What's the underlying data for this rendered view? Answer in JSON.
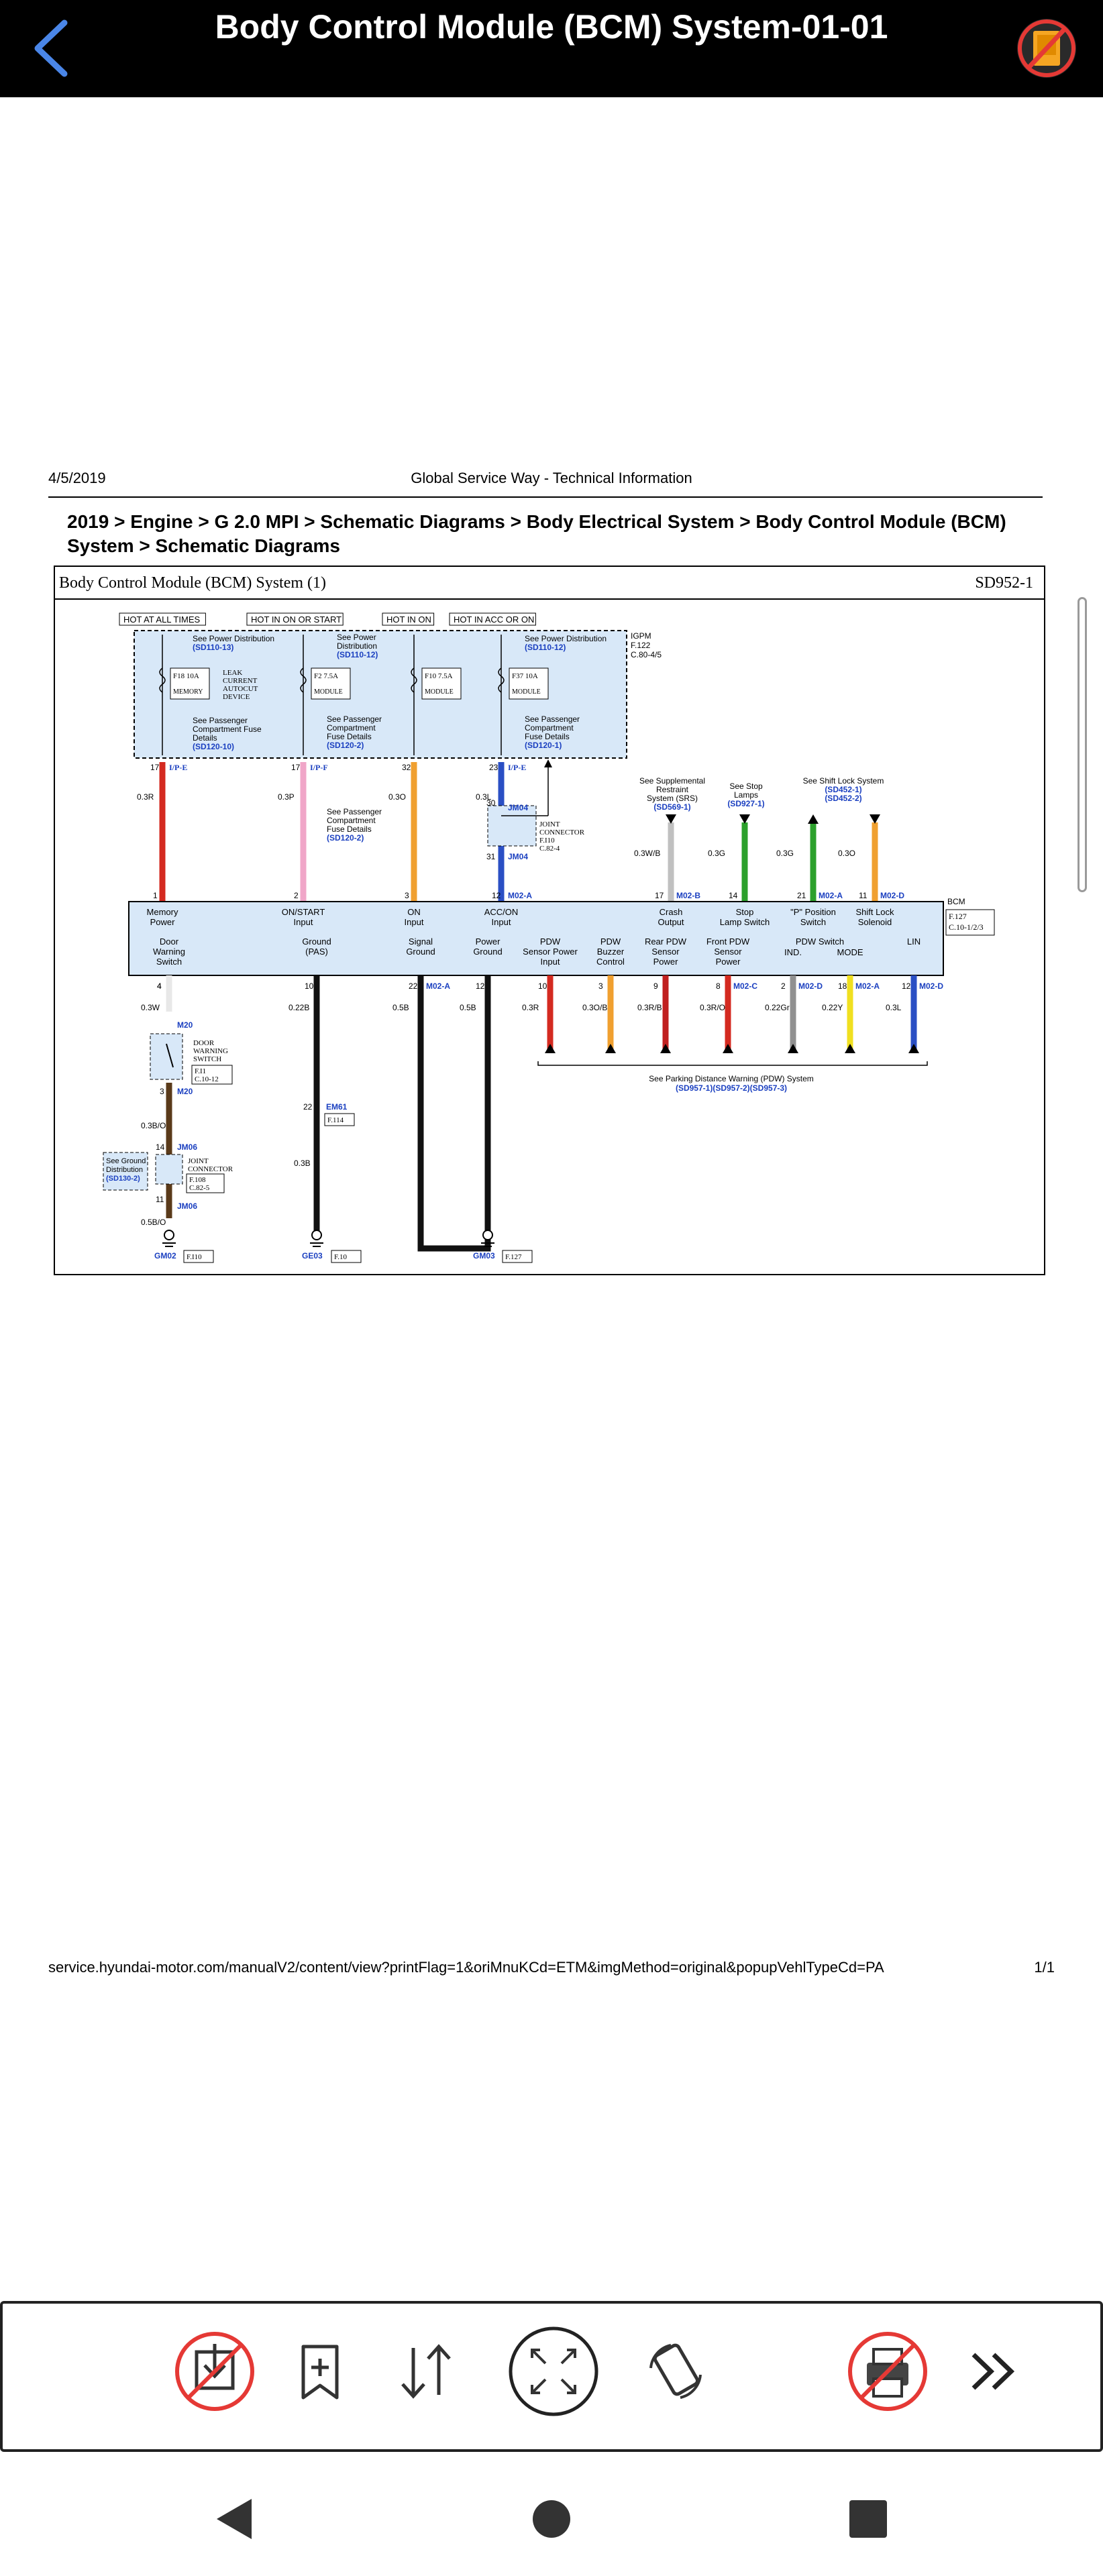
{
  "app": {
    "title": "Body Control Module (BCM) System-01-01"
  },
  "icons": {
    "back": "back-arrow-icon",
    "no_edit": "edit-disabled-icon"
  },
  "doc": {
    "date": "4/5/2019",
    "header_center": "Global Service Way - Technical Information",
    "breadcrumb": "2019 > Engine > G 2.0 MPI > Schematic Diagrams > Body Electrical System > Body Control Module (BCM) System > Schematic Diagrams",
    "footer_url": "service.hyundai-motor.com/manualV2/content/view?printFlag=1&oriMnuKCd=ETM&imgMethod=original&popupVehlTypeCd=PA",
    "footer_page": "1/1"
  },
  "diagram": {
    "title": "Body Control Module (BCM) System (1)",
    "code": "SD952-1",
    "hot_labels": [
      "HOT AT ALL TIMES",
      "HOT IN ON OR START",
      "HOT IN ON",
      "HOT IN ACC OR ON"
    ],
    "igpm": [
      "IGPM",
      "F.122",
      "C.80-4/5"
    ],
    "fuse_refs": {
      "f1": [
        "See Power Distribution",
        "(SD110-13)"
      ],
      "f2": [
        "See Power",
        "Distribution",
        "(SD110-12)"
      ],
      "f4": [
        "See Power Distribution",
        "(SD110-12)"
      ],
      "f1b": [
        "See Passenger",
        "Compartment Fuse",
        "Details",
        "(SD120-10)"
      ],
      "f2b": [
        "See Passenger",
        "Compartment",
        "Fuse Details",
        "(SD120-2)"
      ],
      "f4b": [
        "See Passenger",
        "Compartment",
        "Fuse Details",
        "(SD120-1)"
      ],
      "mid": [
        "See Passenger",
        "Compartment",
        "Fuse Details",
        "(SD120-2)"
      ]
    },
    "fuses": [
      {
        "name": "F18 10A",
        "sub": "MEMORY"
      },
      {
        "name": "F2 7.5A",
        "sub": "MODULE"
      },
      {
        "name": "F10 7.5A",
        "sub": "MODULE"
      },
      {
        "name": "F37 10A",
        "sub": "MODULE"
      }
    ],
    "leak": [
      "LEAK",
      "CURRENT",
      "AUTOCUT",
      "DEVICE"
    ],
    "wires_top": [
      {
        "pin": "17",
        "conn": "I/P-E",
        "gauge": "0.3R",
        "pin2": "1",
        "color": "#d42a20"
      },
      {
        "pin": "17",
        "conn": "I/P-F",
        "gauge": "0.3P",
        "pin2": "2",
        "color": "#f0a6c8"
      },
      {
        "pin": "32",
        "conn": "",
        "gauge": "0.3O",
        "pin2": "3",
        "color": "#f0a030"
      },
      {
        "pin": "23",
        "conn": "I/P-E",
        "gauge": "0.3L",
        "pin2": "12",
        "color": "#2a4fc4"
      }
    ],
    "joint": [
      "JM04",
      "JOINT",
      "CONNECTOR",
      "F.I10",
      "C.82-4",
      "30",
      "31",
      "M02-A"
    ],
    "bcm_inputs_top": [
      {
        "l1": "Memory",
        "l2": "Power"
      },
      {
        "l1": "ON/START",
        "l2": "Input"
      },
      {
        "l1": "ON",
        "l2": "Input"
      },
      {
        "l1": "ACC/ON",
        "l2": "Input"
      },
      {
        "l1": "Crash",
        "l2": "Output"
      },
      {
        "l1": "Stop",
        "l2": "Lamp Switch"
      },
      {
        "l1": "\"P\" Position",
        "l2": "Switch"
      },
      {
        "l1": "Shift Lock",
        "l2": "Solenoid"
      }
    ],
    "right_refs": {
      "srs": [
        "See Supplemental",
        "Restraint",
        "System (SRS)",
        "(SD569-1)"
      ],
      "stop": [
        "See Stop",
        "Lamps",
        "(SD927-1)"
      ],
      "shift": [
        "See Shift Lock System",
        "(SD452-1)",
        "(SD452-2)"
      ]
    },
    "right_wires": [
      {
        "gauge": "0.3W/B",
        "pin": "17",
        "conn": "M02-B",
        "color": "#c0c0c0"
      },
      {
        "gauge": "0.3G",
        "pin": "14",
        "conn": "",
        "color": "#2ca02c"
      },
      {
        "gauge": "0.3G",
        "pin": "21",
        "conn": "M02-A",
        "color": "#2ca02c"
      },
      {
        "gauge": "0.3O",
        "pin": "11",
        "conn": "M02-D",
        "color": "#f0a030"
      }
    ],
    "bcm": [
      "BCM",
      "F.127",
      "C.10-1/2/3"
    ],
    "bcm_inputs_bottom": [
      {
        "l1": "Door",
        "l2": "Warning",
        "l3": "Switch"
      },
      {
        "l1": "Ground",
        "l2": "(PAS)",
        "l3": ""
      },
      {
        "l1": "Signal",
        "l2": "Ground",
        "l3": ""
      },
      {
        "l1": "Power",
        "l2": "Ground",
        "l3": ""
      },
      {
        "l1": "PDW",
        "l2": "Sensor Power",
        "l3": "Input"
      },
      {
        "l1": "PDW",
        "l2": "Buzzer",
        "l3": "Control"
      },
      {
        "l1": "Rear PDW",
        "l2": "Sensor",
        "l3": "Power"
      },
      {
        "l1": "Front PDW",
        "l2": "Sensor",
        "l3": "Power"
      },
      {
        "l1": "PDW Switch",
        "l2": "IND.",
        "l3": "MODE"
      },
      {
        "l1": "LIN",
        "l2": "",
        "l3": ""
      }
    ],
    "bottom_wires": [
      {
        "pin": "4",
        "gauge": "0.3W",
        "conn": "",
        "color": "#e8e8e8"
      },
      {
        "pin": "10",
        "gauge": "0.22B",
        "conn": "",
        "color": "#111"
      },
      {
        "pin": "22",
        "gauge": "0.5B",
        "conn": "M02-A",
        "color": "#111"
      },
      {
        "pin": "12",
        "gauge": "0.5B",
        "conn": "",
        "color": "#111"
      },
      {
        "pin": "10",
        "gauge": "0.3R",
        "conn": "",
        "color": "#d42a20"
      },
      {
        "pin": "3",
        "gauge": "0.3O/B",
        "conn": "",
        "color": "#f0a030"
      },
      {
        "pin": "9",
        "gauge": "0.3R/B",
        "conn": "",
        "color": "#c02020"
      },
      {
        "pin": "8",
        "gauge": "0.3R/O",
        "conn": "M02-C",
        "color": "#d42a20"
      },
      {
        "pin": "2",
        "gauge": "0.22Gr",
        "conn": "M02-D",
        "color": "#909090"
      },
      {
        "pin": "18",
        "gauge": "0.22Y",
        "conn": "M02-A",
        "color": "#f0e020"
      },
      {
        "pin": "12",
        "gauge": "0.3L",
        "conn": "M02-D",
        "color": "#2a4fc4"
      }
    ],
    "pdw_ref": [
      "See Parking Distance Warning (PDW) System",
      "(SD957-1)(SD957-2)(SD957-3)"
    ],
    "door": [
      "M20",
      "DOOR",
      "WARNING",
      "SWITCH",
      "F.I1",
      "C.10-12",
      "3",
      "M20",
      "0.3B/O",
      "14",
      "JM06",
      "JOINT",
      "CONNECTOR",
      "F.108",
      "C.82-5",
      "11",
      "JM06",
      "0.5B/O"
    ],
    "ground_ref": [
      "See Ground",
      "Distribution",
      "(SD130-2)"
    ],
    "grounds": [
      {
        "name": "GM02",
        "loc": "F.I10"
      },
      {
        "name": "GE03",
        "loc": "F.10"
      },
      {
        "name": "GM03",
        "loc": "F.127"
      }
    ],
    "em": [
      "22",
      "EM61",
      "F.114",
      "0.3B",
      "4"
    ]
  },
  "toolbar": [
    "download-disabled-icon",
    "bookmark-add-icon",
    "sort-icon",
    "fullscreen-icon",
    "rotate-icon",
    "print-disabled-icon",
    "more-icon"
  ],
  "navbar": [
    "nav-back-icon",
    "nav-home-icon",
    "nav-recents-icon"
  ]
}
